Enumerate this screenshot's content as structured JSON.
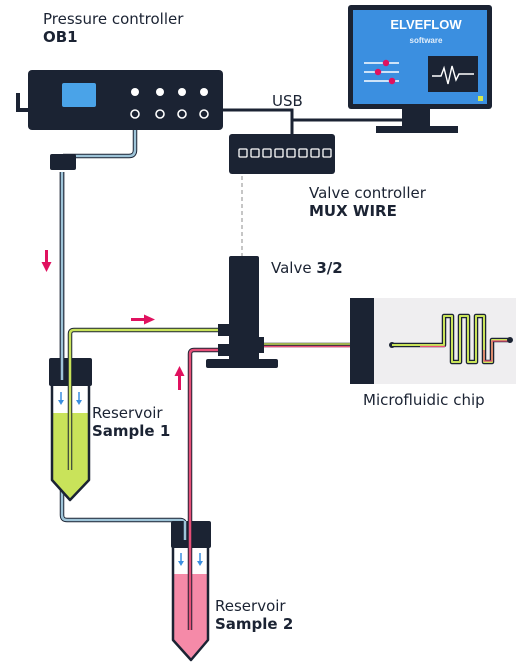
{
  "labels": {
    "pressure_controller": "Pressure controller",
    "pressure_model": "OB1",
    "software_brand": "ELVEFLOW",
    "software_sub": "software",
    "usb": "USB",
    "valve_controller": "Valve controller",
    "valve_controller_model": "MUX WIRE",
    "valve_prefix": "Valve",
    "valve_type": "3/2",
    "chip": "Microfluidic chip",
    "reservoir1_title": "Reservoir",
    "reservoir1_name": "Sample 1",
    "reservoir2_title": "Reservoir",
    "reservoir2_name": "Sample 2"
  },
  "colors": {
    "dark": "#1b2333",
    "air_tube": "#9ec4d8",
    "sample1": "#c9e35a",
    "sample2": "#e64f78",
    "arrow": "#e0115f",
    "screen": "#3b8fe0",
    "chip_bg": "#efeef0"
  },
  "icons": {
    "flow_arrow": "arrow-icon",
    "monitor_graph": "waveform-icon",
    "monitor_sliders": "slider-icon"
  }
}
